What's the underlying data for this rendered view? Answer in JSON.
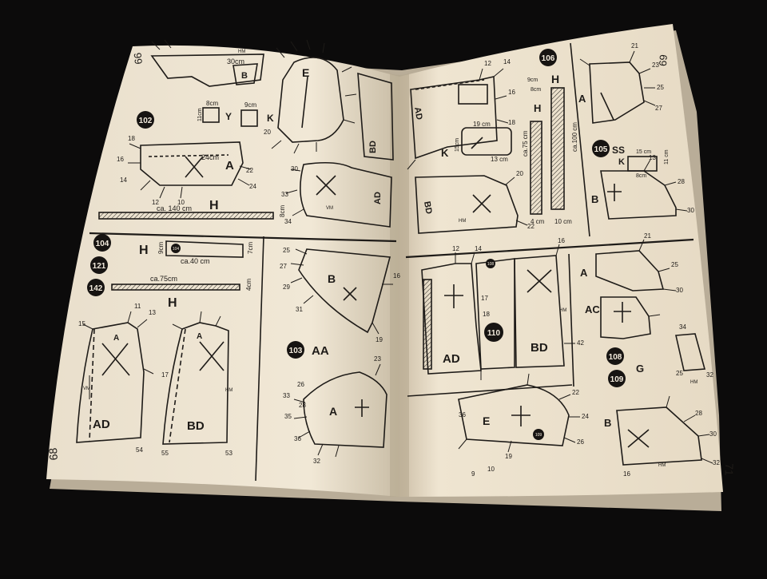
{
  "booklet": {
    "page_numbers": {
      "left_top": "66",
      "left_bottom": "68",
      "right_top": "69",
      "right_bottom": "71"
    },
    "badges": {
      "b102": "102",
      "b104": "104",
      "b121": "121",
      "b142": "142",
      "b103": "103",
      "b106": "106",
      "b105": "105",
      "b110": "110",
      "b108": "108",
      "b109": "109",
      "b104s": "104",
      "b108s": "108",
      "b109s": "109"
    },
    "labels": {
      "lt_A": "A",
      "lt_B": "B",
      "lt_E": "E",
      "lt_K": "K",
      "lt_Y": "Y",
      "lt_H": "H",
      "lt_BD": "BD",
      "lt_AD": "AD",
      "lb_H1": "H",
      "lb_H2": "H",
      "lb_B": "B",
      "lb_A": "A",
      "lb_AD": "AD",
      "lb_BD": "BD",
      "lb_AA": "AA",
      "lb_A2": "A",
      "lb_A3": "A",
      "rt_H1": "H",
      "rt_H2": "H",
      "rt_AD": "AD",
      "rt_K": "K",
      "rt_BD": "BD",
      "rt_A": "A",
      "rt_SS": "SS",
      "rt_K2": "K",
      "rt_B": "B",
      "rb_AD": "AD",
      "rb_BD": "BD",
      "rb_A": "A",
      "rb_AC": "AC",
      "rb_G": "G",
      "rb_E": "E",
      "rb_B": "B"
    },
    "dims": {
      "d30cm": "30cm",
      "d8cm": "8cm",
      "d9cm": "9cm",
      "d11cm": "11cm",
      "d24cm": "24cm",
      "d140": "ca. 140 cm",
      "d8cm2": "8cm",
      "d9cm2": "9cm",
      "d40": "ca.40 cm",
      "d7cm": "7cm",
      "d75": "ca.75cm",
      "d4cm": "4cm",
      "d19cm": "19 cm",
      "d13cm": "13 cm",
      "d15cm": "15cm",
      "d75r": "ca.75 cm",
      "d100": "ca.100 cm",
      "d4cmr": "4 cm",
      "d10cm": "10 cm",
      "d9cmr": "9cm",
      "d8cmr": "8cm",
      "d15r": "15 cm",
      "d11r": "11 cm",
      "d8cmr2": "8cm"
    },
    "marks": {
      "hm": "HM",
      "vm": "VM",
      "n12": "12",
      "n14": "14",
      "n16": "16",
      "n18": "18",
      "n20": "20",
      "n22": "22",
      "n25": "25",
      "n28": "28",
      "n30": "30",
      "n32": "32",
      "n33": "33",
      "n34": "34",
      "n35": "35",
      "n36": "36",
      "n53": "53",
      "n54": "54",
      "n55": "55",
      "n11": "11",
      "n13": "13",
      "n15": "15",
      "n17": "17",
      "n19": "19",
      "n21": "21",
      "n23": "23",
      "n24": "24",
      "n26": "26",
      "n27": "27",
      "n29": "29",
      "n31": "31",
      "n10": "10",
      "n9": "9",
      "n42": "42",
      "n16b": "16"
    }
  }
}
